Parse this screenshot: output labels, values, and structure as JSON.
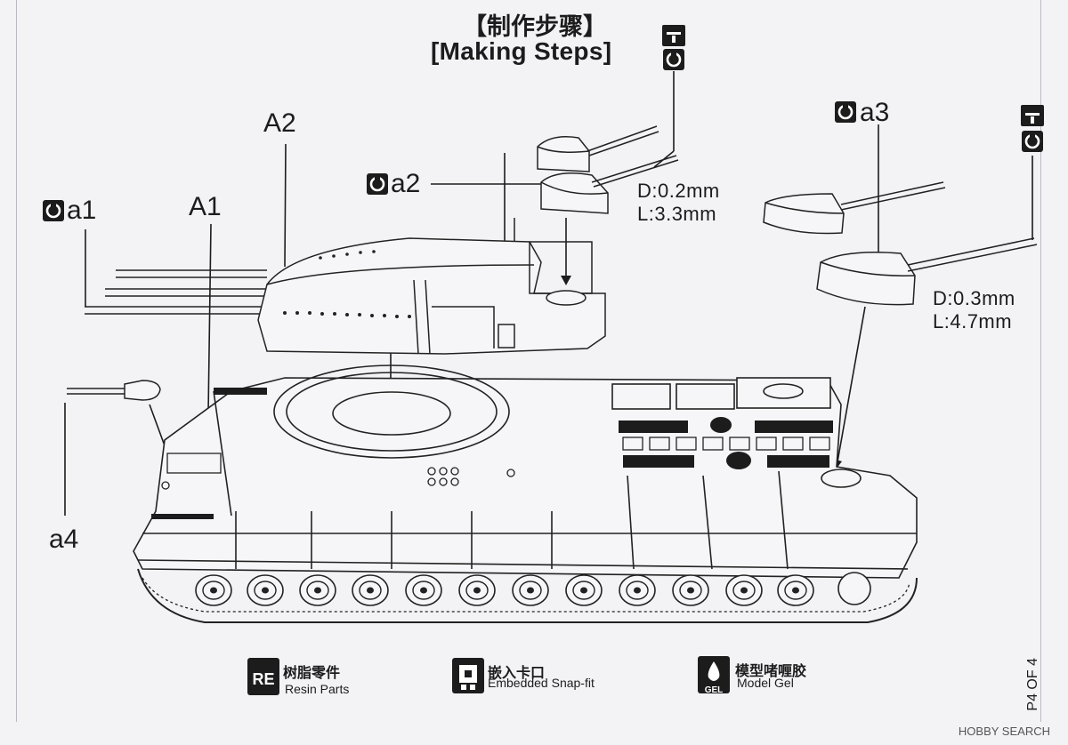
{
  "title": {
    "cn": "【制作步骤】",
    "en": "[Making Steps]"
  },
  "part_labels": {
    "a1": "a1",
    "a2": "a2",
    "a3": "a3",
    "a4": "a4",
    "A1": "A1",
    "A2": "A2"
  },
  "dimensions": {
    "barrel_small": {
      "diameter": "D:0.2mm",
      "length": "L:3.3mm"
    },
    "barrel_large": {
      "diameter": "D:0.3mm",
      "length": "L:4.7mm"
    }
  },
  "legend": [
    {
      "icon": "resin-parts-icon",
      "badge": "RE",
      "cn": "树脂零件",
      "en": "Resin Parts"
    },
    {
      "icon": "snap-fit-icon",
      "badge": "",
      "cn": "嵌入卡口",
      "en": "Embedded Snap-fit"
    },
    {
      "icon": "model-gel-icon",
      "badge": "GEL",
      "cn": "模型啫喱胶",
      "en": "Model Gel"
    }
  ],
  "page_number": "P4 OF 4",
  "watermark": "HOBBY SEARCH",
  "colors": {
    "paper": "#f3f3f6",
    "ink": "#1c1c1c"
  }
}
